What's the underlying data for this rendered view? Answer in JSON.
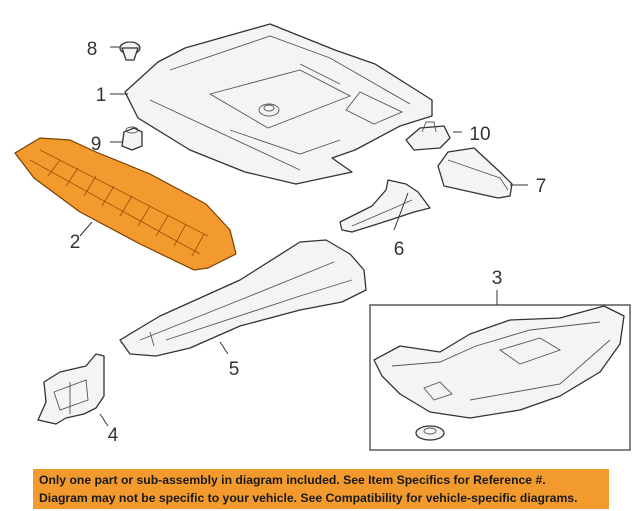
{
  "callouts": [
    {
      "id": "1",
      "label": "1"
    },
    {
      "id": "2",
      "label": "2"
    },
    {
      "id": "3",
      "label": "3"
    },
    {
      "id": "4",
      "label": "4"
    },
    {
      "id": "5",
      "label": "5"
    },
    {
      "id": "6",
      "label": "6"
    },
    {
      "id": "7",
      "label": "7"
    },
    {
      "id": "8",
      "label": "8"
    },
    {
      "id": "9",
      "label": "9"
    },
    {
      "id": "10",
      "label": "10"
    }
  ],
  "disclaimer": {
    "line1": "Only one part or sub-assembly in diagram included. See Item Specifics for Reference #.",
    "line2": "Diagram may not be specific to your vehicle. See Compatibility for vehicle-specific diagrams."
  },
  "colors": {
    "highlight": "#f29a2e",
    "banner": "#f29a2e",
    "line": "#333333"
  }
}
